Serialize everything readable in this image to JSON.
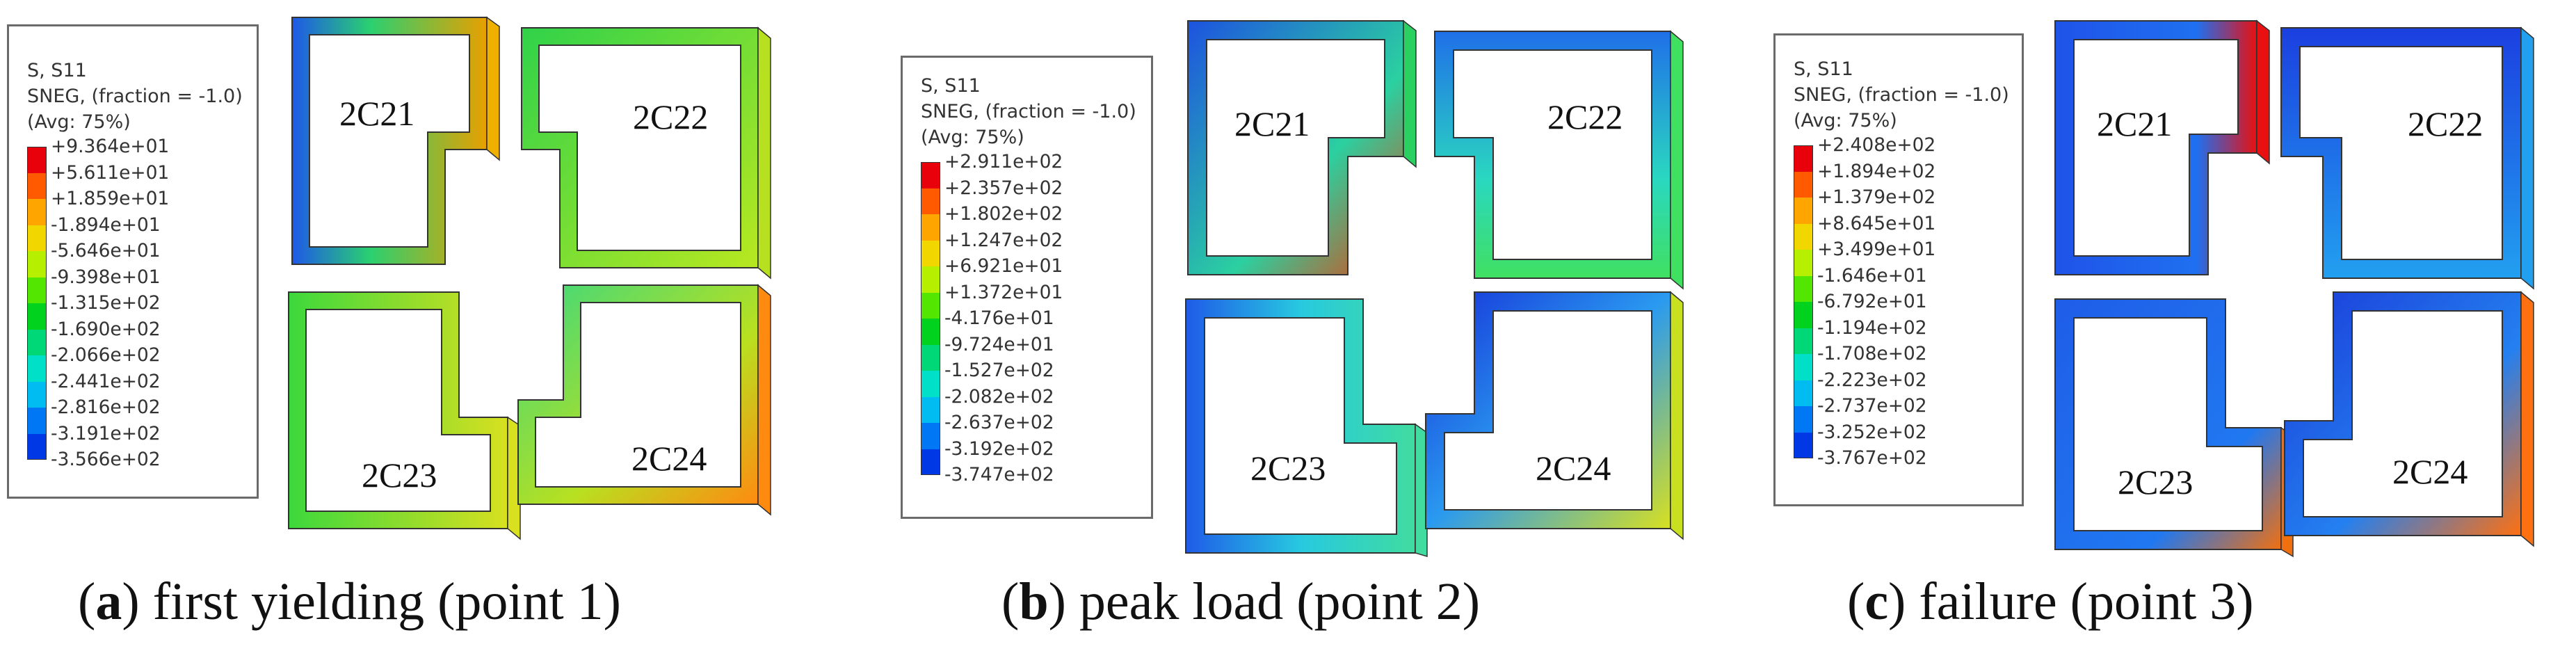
{
  "panels": [
    {
      "header": [
        "S, S11",
        "SNEG, (fraction = -1.0)",
        "(Avg: 75%)"
      ],
      "ticks": [
        "+9.364e+01",
        "+5.611e+01",
        "+1.859e+01",
        "-1.894e+01",
        "-5.646e+01",
        "-9.398e+01",
        "-1.315e+02",
        "-1.690e+02",
        "-2.066e+02",
        "-2.441e+02",
        "-2.816e+02",
        "-3.191e+02",
        "-3.566e+02"
      ],
      "specimens": [
        "2C21",
        "2C22",
        "2C23",
        "2C24"
      ],
      "caption_letter": "a",
      "caption_text": "first yielding (point 1)"
    },
    {
      "header": [
        "S, S11",
        "SNEG, (fraction = -1.0)",
        "(Avg: 75%)"
      ],
      "ticks": [
        "+2.911e+02",
        "+2.357e+02",
        "+1.802e+02",
        "+1.247e+02",
        "+6.921e+01",
        "+1.372e+01",
        "-4.176e+01",
        "-9.724e+01",
        "-1.527e+02",
        "-2.082e+02",
        "-2.637e+02",
        "-3.192e+02",
        "-3.747e+02"
      ],
      "specimens": [
        "2C21",
        "2C22",
        "2C23",
        "2C24"
      ],
      "caption_letter": "b",
      "caption_text": "peak load (point 2)"
    },
    {
      "header": [
        "S, S11",
        "SNEG, (fraction = -1.0)",
        "(Avg: 75%)"
      ],
      "ticks": [
        "+2.408e+02",
        "+1.894e+02",
        "+1.379e+02",
        "+8.645e+01",
        "+3.499e+01",
        "-1.646e+01",
        "-6.792e+01",
        "-1.194e+02",
        "-1.708e+02",
        "-2.223e+02",
        "-2.737e+02",
        "-3.252e+02",
        "-3.767e+02"
      ],
      "specimens": [
        "2C21",
        "2C22",
        "2C23",
        "2C24"
      ],
      "caption_letter": "c",
      "caption_text": "failure (point 3)"
    }
  ],
  "colors": {
    "scale": [
      "#e8000b",
      "#ff5a00",
      "#ffa500",
      "#f2d600",
      "#b6f000",
      "#52e600",
      "#00d21e",
      "#00d878",
      "#00e0c8",
      "#00bcf0",
      "#0078f5",
      "#0038e6",
      "#0000c8"
    ],
    "stress_fills": {
      "a": [
        "#2fd24a",
        "#2fd24a",
        "#3bdc3b",
        "#3cd85a"
      ],
      "b": [
        "#2d9ef0",
        "#1f6fe8",
        "#27c9e0",
        "#1d52e0"
      ],
      "c": [
        "#1f53e8",
        "#1b3fe0",
        "#1f5de8",
        "#1a3ad8"
      ]
    }
  }
}
